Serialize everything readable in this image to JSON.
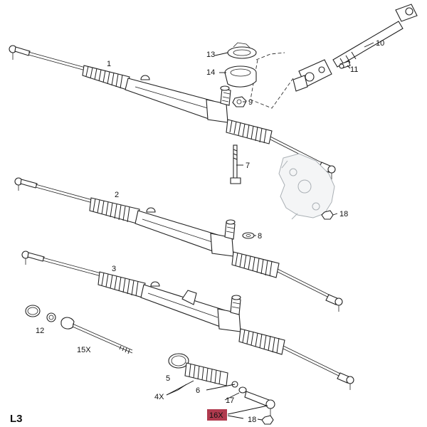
{
  "page_label": "L3",
  "highlight_color": "#b03a4e",
  "callouts": {
    "c1": "1",
    "c2": "2",
    "c3": "3",
    "c4x": "4X",
    "c5": "5",
    "c6": "6",
    "c7": "7",
    "c8": "8",
    "c9": "9",
    "c10": "10",
    "c11": "11",
    "c12": "12",
    "c13": "13",
    "c14": "14",
    "c15x": "15X",
    "c16x": "16X",
    "c17": "17",
    "c18a": "18",
    "c18b": "18"
  }
}
